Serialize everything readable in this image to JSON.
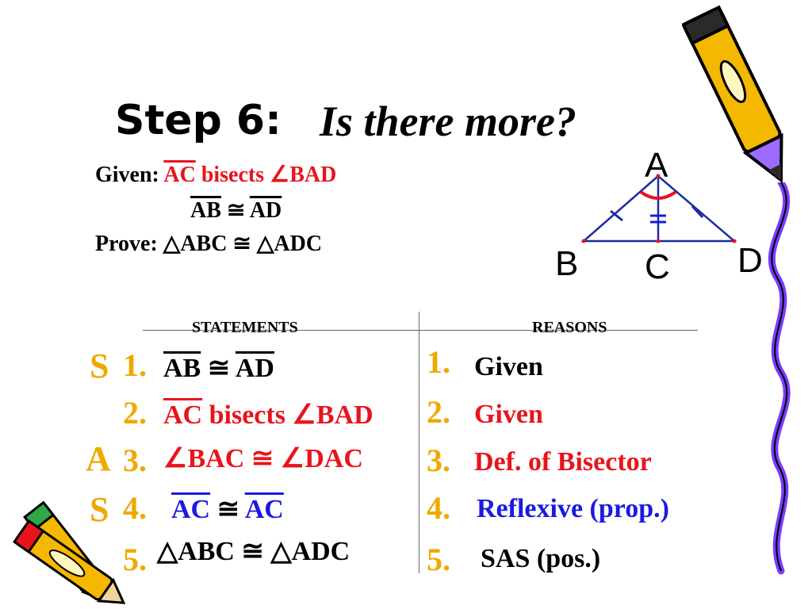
{
  "title": {
    "step": "Step 6:",
    "question": "Is there more?"
  },
  "given": {
    "label": "Given:",
    "line1_seg": "AC",
    "line1_rest": " bisects ∠BAD",
    "line2_a": "AB",
    "line2_cong": " ≅ ",
    "line2_b": "AD"
  },
  "prove": {
    "label": "Prove:",
    "statement": "△ABC ≅ △ADC"
  },
  "diagram": {
    "A": "A",
    "B": "B",
    "C": "C",
    "D": "D"
  },
  "table": {
    "col_statements": "STATEMENTS",
    "col_reasons": "REASONS",
    "letters": {
      "s1": "S",
      "a": "A",
      "s2": "S"
    },
    "rows": [
      {
        "num": "1.",
        "stmt_a": "AB",
        "stmt_mid": " ≅ ",
        "stmt_b": "AD",
        "reason_num": "1.",
        "reason": "Given"
      },
      {
        "num": "2.",
        "stmt_a": "AC",
        "stmt_rest": " bisects ∠BAD",
        "reason_num": "2.",
        "reason": "Given"
      },
      {
        "num": "3.",
        "stmt": "∠BAC ≅ ∠DAC",
        "reason_num": "3.",
        "reason": "Def. of Bisector"
      },
      {
        "num": "4.",
        "stmt_a": "AC",
        "stmt_mid": " ≅ ",
        "stmt_b": "AC",
        "reason_num": "4.",
        "reason": "Reflexive (prop.)"
      },
      {
        "num": "5.",
        "stmt": "△ABC ≅ △ADC",
        "reason_num": "5.",
        "reason": "SAS (pos.)"
      }
    ]
  },
  "colors": {
    "red": "#e8141c",
    "blue": "#1a1ae0",
    "orange": "#f0a800",
    "navy": "#1c2aa0"
  }
}
